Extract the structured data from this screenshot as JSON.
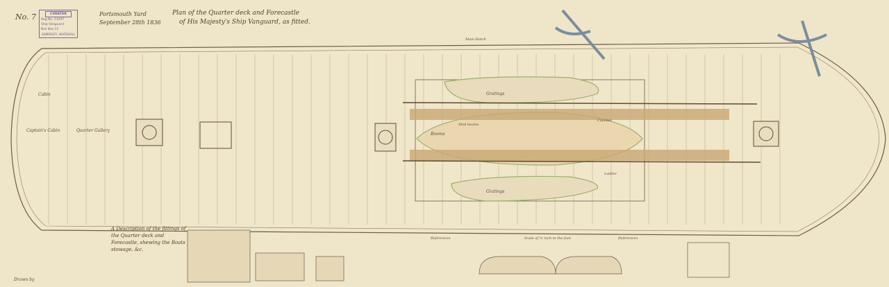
{
  "sheet_number": "No. 7",
  "stamp": {
    "header": "CURATOR",
    "reg_label": "Reg No.",
    "reg_value": "11047",
    "ship_label": "Ship",
    "ship_value": "Vanguard",
    "box_label": "Box",
    "box_value": "Box 11",
    "footer": "ADMIRALTY, WHITEHALL"
  },
  "yard_line1": "Portsmouth Yard",
  "yard_line2": "September 28th 1836",
  "title_line1": "Plan of the Quarter deck and Forecastle",
  "title_line2": "of His Majesty's Ship Vanguard, as fitted.",
  "labels": {
    "main_hatch": "Main Hatch",
    "gratings_top": "Gratings",
    "gratings_bottom": "Gratings",
    "booms": "Booms",
    "skid_beams": "Skid beams",
    "captains_cabin": "Captain's Cabin",
    "quarter_gallery": "Quarter Gallery",
    "cabin_left": "Cabin",
    "ladder": "Ladder",
    "capstan": "Capstan"
  },
  "description_note": "A Description of the fittings of the Quarter deck and Forecastle, shewing the Boats stowage, &c.",
  "scale_note": "Scale of ½ inch to the foot",
  "references_title": "References",
  "references_title_2": "References",
  "signature": "Drawn by"
}
